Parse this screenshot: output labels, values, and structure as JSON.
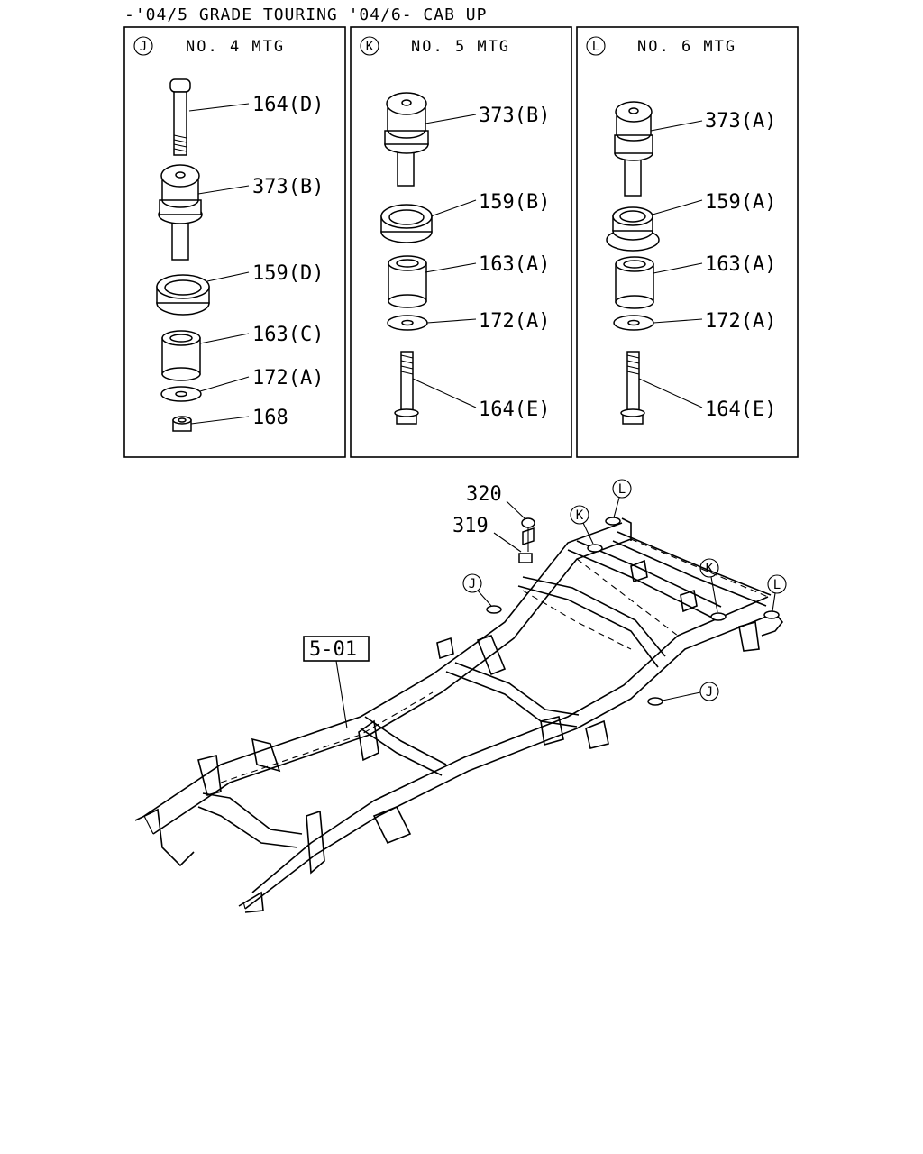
{
  "header": {
    "title": "-'04/5 GRADE TOURING '04/6- CAB UP"
  },
  "panels": [
    {
      "key": "J",
      "title": "NO. 4 MTG",
      "labels": [
        "164(D)",
        "373(B)",
        "159(D)",
        "163(C)",
        "172(A)",
        "168"
      ]
    },
    {
      "key": "K",
      "title": "NO. 5 MTG",
      "labels": [
        "373(B)",
        "159(B)",
        "163(A)",
        "172(A)",
        "164(E)"
      ]
    },
    {
      "key": "L",
      "title": "NO. 6 MTG",
      "labels": [
        "373(A)",
        "159(A)",
        "163(A)",
        "172(A)",
        "164(E)"
      ]
    }
  ],
  "frame": {
    "ref_box": "5-01",
    "callouts": {
      "c320": "320",
      "c319": "319"
    },
    "markers": {
      "J": "J",
      "K": "K",
      "L": "L"
    }
  }
}
